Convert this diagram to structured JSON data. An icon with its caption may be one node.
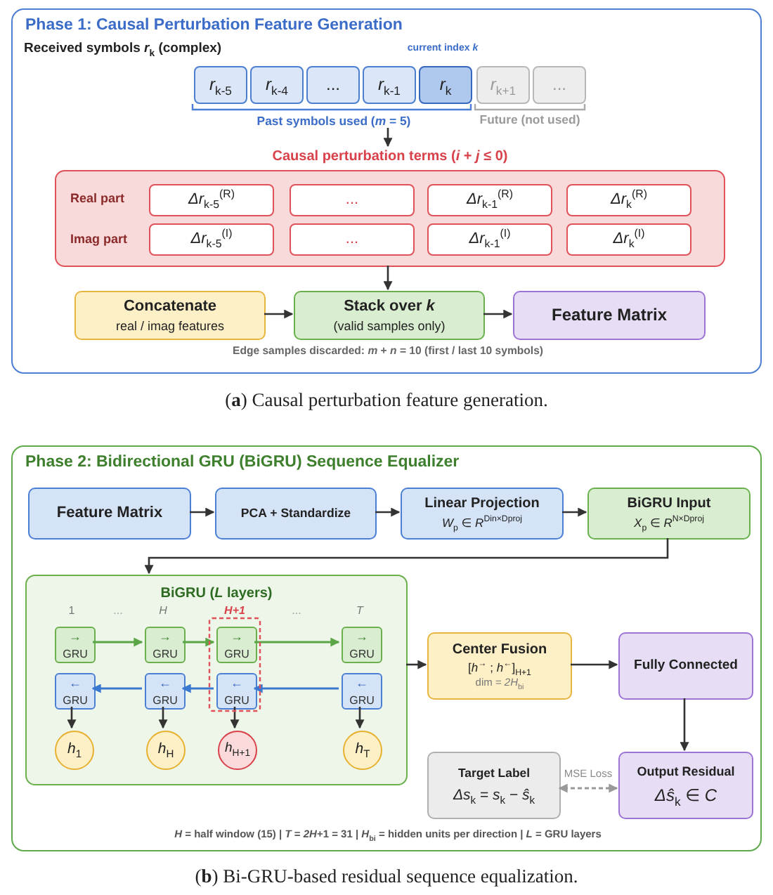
{
  "diagram": {
    "nodes": [
      {
        "text": [
          "Phase 1: Causal Perturbation Feature Generation"
        ]
      },
      {
        "text": [
          "*r*$_{k-5}$"
        ],
        "in": 0
      },
      {
        "text": [
          "*r*$_{k-4}$"
        ],
        "in": 0
      },
      {
        "text": [
          "..."
        ],
        "in": 0
      },
      {
        "text": [
          "*r*$_{k-1}$"
        ],
        "in": 0
      },
      {
        "text": [
          "*r*$_{k}$"
        ],
        "in": 0
      },
      {
        "text": [
          "*r*$_{k+1}$"
        ],
        "in": 0
      },
      {
        "text": [
          "..."
        ],
        "in": 0
      },
      {
        "text": [
          "Past symbols used (*m* = 5)"
        ],
        "in": 0
      },
      {
        "text": [
          "Causal perturbation terms (*i* + *j* ≤ 0)",
          "Real part",
          "Imag part"
        ],
        "in": 0
      },
      {
        "text": [
          "*Δr*$_{k-5}$$^{(R)}$"
        ],
        "in": 9
      },
      {
        "text": [
          "..."
        ],
        "in": 9
      },
      {
        "text": [
          "*Δr*$_{k-1}$$^{(R)}$"
        ],
        "in": 9
      },
      {
        "text": [
          "*Δr*$_{k}$$^{(R)}$"
        ],
        "in": 9
      },
      {
        "text": [
          "*Δr*$_{k-5}$$^{(I)}$"
        ],
        "in": 9
      },
      {
        "text": [
          "..."
        ],
        "in": 9
      },
      {
        "text": [
          "*Δr*$_{k-1}$$^{(I)}$"
        ],
        "in": 9
      },
      {
        "text": [
          "*Δr*$_{k}$$^{(I)}$"
        ],
        "in": 9
      },
      {
        "text": [
          "Concatenate",
          "real / imag features"
        ],
        "in": 0
      },
      {
        "text": [
          "Stack over *k*",
          "(valid samples only)"
        ],
        "in": 0
      },
      {
        "text": [
          "Feature Matrix"
        ],
        "in": 0
      },
      {
        "text": [
          "Phase 2: Bidirectional GRU (BiGRU) Sequence Equalizer"
        ]
      },
      {
        "text": [
          "Feature Matrix"
        ],
        "in": 21
      },
      {
        "text": [
          "PCA + Standardize"
        ],
        "in": 21
      },
      {
        "text": [
          "Linear Projection",
          "*W*$_{p}$ ∈ *R*$^{Din×Dproj}$"
        ],
        "in": 21
      },
      {
        "text": [
          "BiGRU Input",
          "*X*$_{p}$ ∈ *R*$^{N×Dproj}$"
        ],
        "in": 21
      },
      {
        "text": [
          "BiGRU (*L* layers)"
        ],
        "in": 21
      },
      {
        "text": [
          "→",
          "GRU"
        ],
        "in": 26
      },
      {
        "text": [
          "→",
          "GRU"
        ],
        "in": 26
      },
      {
        "text": [
          "→",
          "GRU"
        ],
        "in": 26
      },
      {
        "text": [
          "→",
          "GRU"
        ],
        "in": 26
      },
      {
        "text": [
          "←",
          "GRU"
        ],
        "in": 26
      },
      {
        "text": [
          "←",
          "GRU"
        ],
        "in": 26
      },
      {
        "text": [
          "←",
          "GRU"
        ],
        "in": 26
      },
      {
        "text": [
          "←",
          "GRU"
        ],
        "in": 26
      },
      {
        "text": [
          "*h*$_{1}$"
        ],
        "in": 26
      },
      {
        "text": [
          "*h*$_{H}$"
        ],
        "in": 26
      },
      {
        "text": [
          "*h*$_{H+1}$"
        ],
        "in": 26
      },
      {
        "text": [
          "*h*$_{T}$"
        ],
        "in": 26
      },
      {
        "text": [
          "Center Fusion",
          "[*h*$^{→}$ ; *h*$^{←}$]$_{H+1}$",
          "dim = *2H*$_{bi}$"
        ],
        "in": 21
      },
      {
        "text": [
          "Fully Connected"
        ],
        "in": 21
      },
      {
        "text": [
          "Target Label",
          "*Δs*$_{k}$ = *s*$_{k}$ − *ŝ*$_{k}$"
        ],
        "in": 21
      },
      {
        "text": [
          "Output Residual",
          "*Δŝ*$_{k}$ ∈ *C*"
        ],
        "in": 21
      }
    ],
    "edges": [
      {
        "from": 8,
        "to": 9,
        "arrow": "to"
      },
      {
        "from": 9,
        "to": 19,
        "arrow": "to"
      },
      {
        "from": 18,
        "to": 19,
        "arrow": "to"
      },
      {
        "from": 19,
        "to": 20,
        "arrow": "to"
      },
      {
        "from": 22,
        "to": 23,
        "arrow": "to"
      },
      {
        "from": 23,
        "to": 24,
        "arrow": "to"
      },
      {
        "from": 24,
        "to": 25,
        "arrow": "to"
      },
      {
        "from": 25,
        "to": 26,
        "arrow": "to"
      },
      {
        "from": 27,
        "to": 28,
        "arrow": "to",
        "color": "#5aa646"
      },
      {
        "from": 28,
        "to": 29,
        "arrow": "to",
        "color": "#5aa646"
      },
      {
        "from": 29,
        "to": 30,
        "arrow": "to",
        "color": "#5aa646"
      },
      {
        "from": 34,
        "to": 33,
        "arrow": "to",
        "color": "#3b78d0"
      },
      {
        "from": 33,
        "to": 32,
        "arrow": "to",
        "color": "#3b78d0"
      },
      {
        "from": 32,
        "to": 31,
        "arrow": "to",
        "color": "#3b78d0"
      },
      {
        "from": 31,
        "to": 35,
        "arrow": "to"
      },
      {
        "from": 32,
        "to": 36,
        "arrow": "to"
      },
      {
        "from": 33,
        "to": 37,
        "arrow": "to"
      },
      {
        "from": 34,
        "to": 38,
        "arrow": "to"
      },
      {
        "from": 26,
        "to": 39,
        "arrow": "to"
      },
      {
        "from": 39,
        "to": 40,
        "arrow": "to"
      },
      {
        "from": 40,
        "to": 42,
        "arrow": "to"
      },
      {
        "from": 42,
        "to": 41,
        "arrow": "both",
        "style": "dashed",
        "color": "#999999",
        "label": "MSE Loss"
      }
    ],
    "labels": [
      "Received symbols *r*$_{k}$ (complex)",
      "current index *k*",
      "Future (not used)",
      "Edge samples discarded: *m* + *n* = 10 (first / last 10 symbols)",
      "(**a**) Causal perturbation feature generation.",
      "1",
      "...",
      "H",
      "H+1",
      "...",
      "T",
      "*H* = half window (15) | *T* = *2H*+1 = 31 | *H*$_{bi}$ = hidden units per direction | *L* = GRU layers",
      "(**b**) Bi-GRU-based residual sequence equalization."
    ]
  }
}
